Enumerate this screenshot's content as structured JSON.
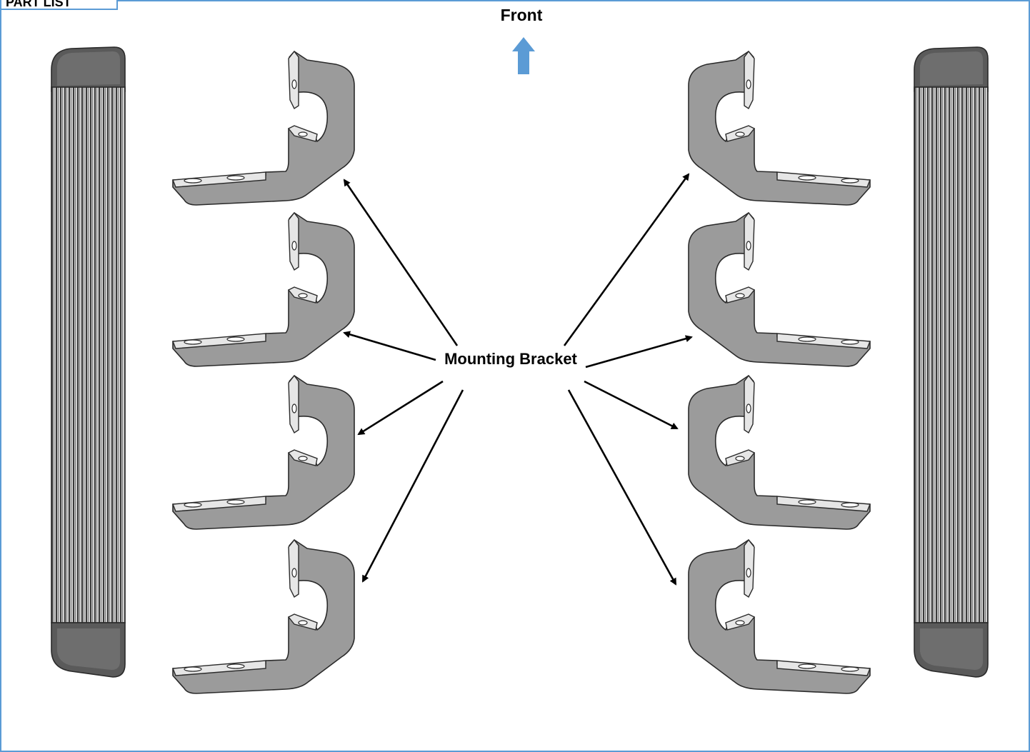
{
  "header": {
    "tab_label": "PART LIST",
    "front_label": "Front"
  },
  "callout": {
    "label": "Mounting Bracket"
  },
  "colors": {
    "frame": "#5b9bd5",
    "front_arrow": "#5b9bd5",
    "bracket_fill": "#9b9b9b",
    "bracket_flange": "#e6e6e6",
    "board_body": "#8c8c8c",
    "board_cap": "#5a5a5a",
    "leader": "#000000"
  },
  "parts": {
    "running_boards": [
      "left-running-board",
      "right-running-board"
    ],
    "left_brackets": 4,
    "right_brackets": 4
  }
}
